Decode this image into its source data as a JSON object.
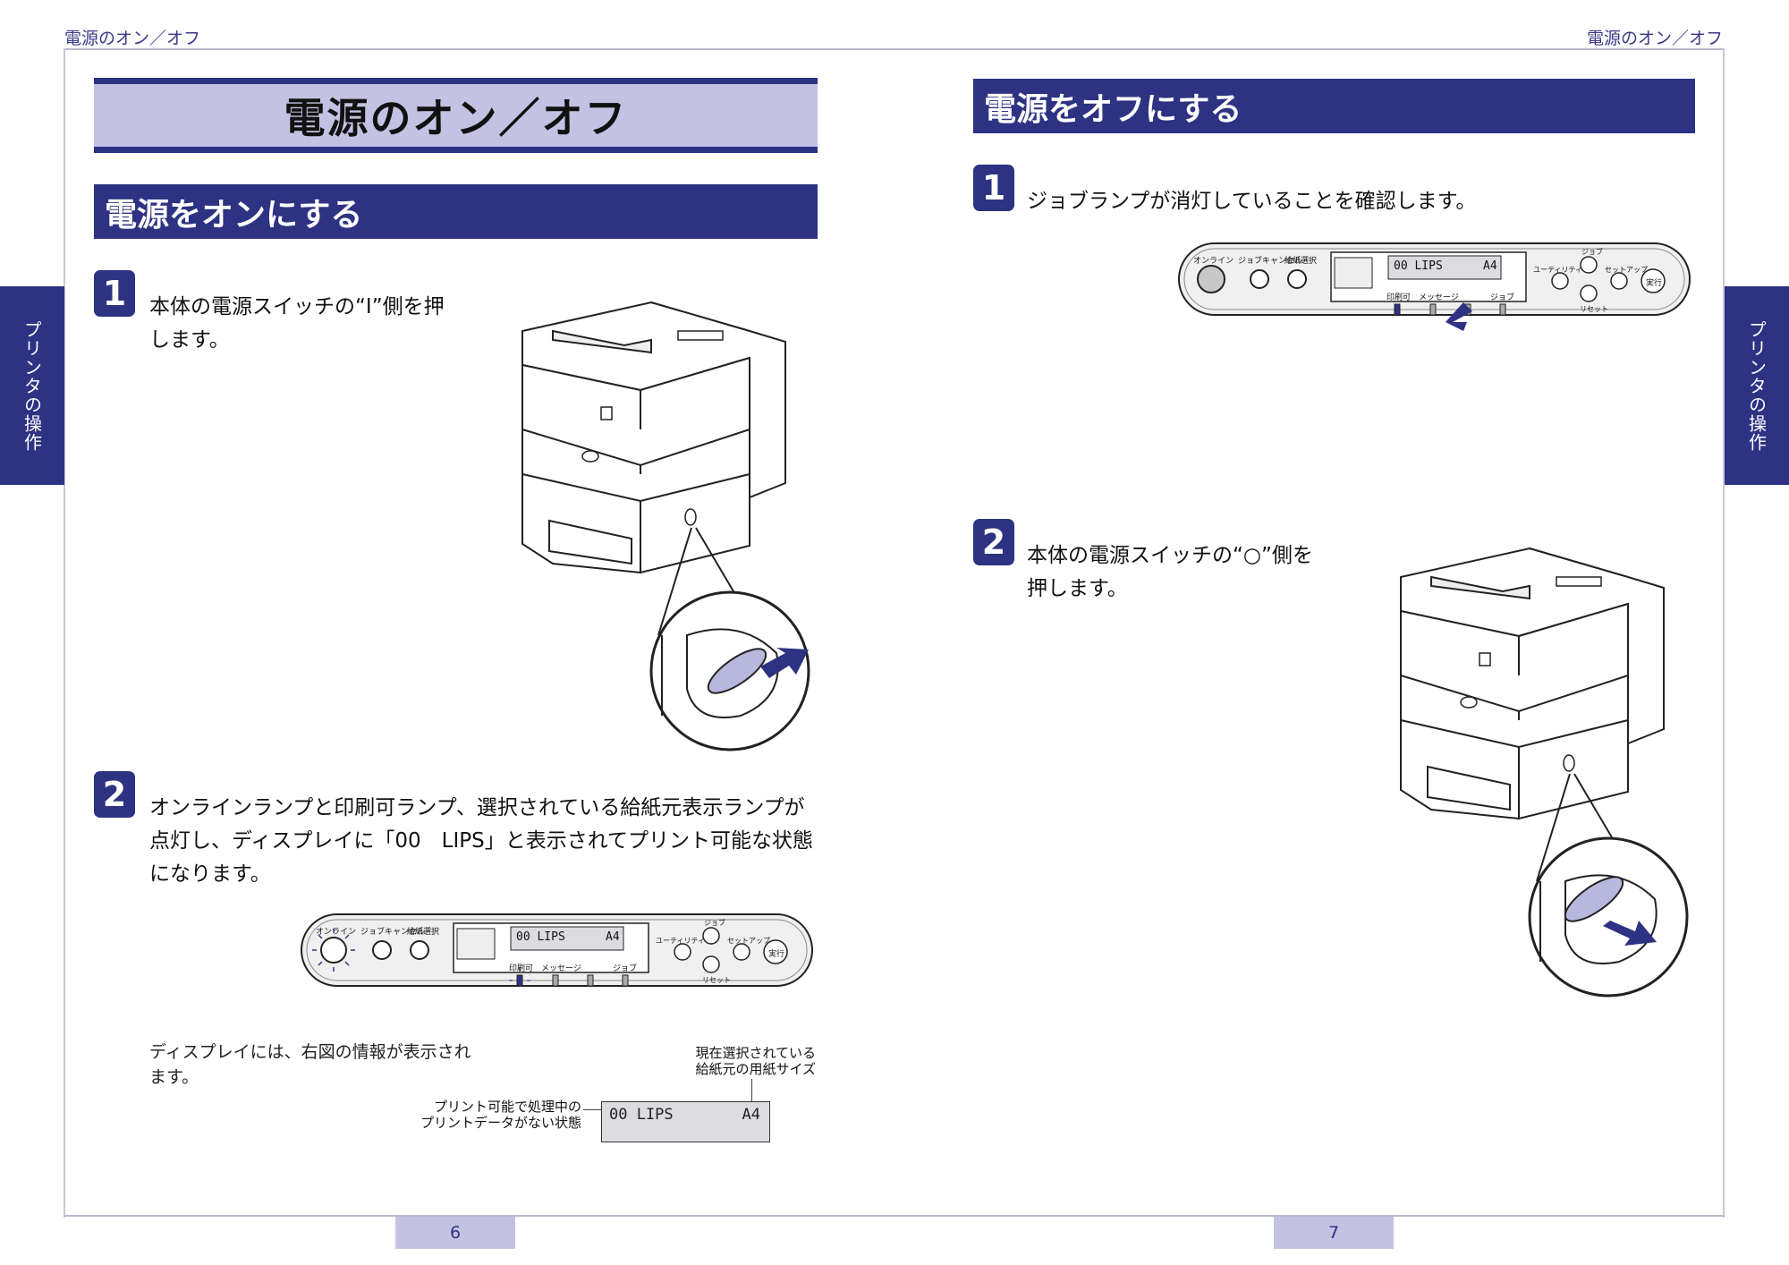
{
  "running_header": {
    "left": "電源のオン／オフ",
    "right": "電源のオン／オフ"
  },
  "side_tab": {
    "left": "プリンタの操作",
    "right": "プリンタの操作"
  },
  "page_title": "電源のオン／オフ",
  "section_on": {
    "heading": "電源をオンにする",
    "step1": {
      "num": "1",
      "line1": "本体の電源スイッチの“I”側を押",
      "line2": "します。"
    },
    "step2": {
      "num": "2",
      "line1": "オンラインランプと印刷可ランプ、選択されている給紙元表示ランプが",
      "line2": "点灯し、ディスプレイに「00　LIPS」と表示されてプリント可能な状態",
      "line3": "になります。"
    },
    "note": {
      "line1": "ディスプレイには、右図の情報が表示され",
      "line2": "ます。"
    },
    "callout_top": {
      "line1": "現在選択されている",
      "line2": "給紙元の用紙サイズ"
    },
    "callout_left": {
      "line1": "プリント可能で処理中の",
      "line2": "プリントデータがない状態"
    },
    "lcd": {
      "left": "00 LIPS",
      "right": "A4"
    }
  },
  "section_off": {
    "heading": "電源をオフにする",
    "step1": {
      "num": "1",
      "text": "ジョブランプが消灯していることを確認します。"
    },
    "step2": {
      "num": "2",
      "line1": "本体の電源スイッチの“○”側を",
      "line2": "押します。"
    }
  },
  "control_panel": {
    "online": "オンライン",
    "job_cancel": "ジョブキャンセル",
    "paper_select": "給紙選択",
    "lcd_left": "00 LIPS",
    "lcd_right": "A4",
    "ready": "印刷可",
    "message": "メッセージ",
    "job": "ジョブ",
    "utility": "ユーティリティ",
    "job_top": "ジョブ",
    "setup": "セットアップ",
    "execute": "実行",
    "reset": "リセット"
  },
  "page_numbers": {
    "left": "6",
    "right": "7"
  },
  "colors": {
    "accent": "#2e3282",
    "light_accent": "#c4c2e2"
  }
}
